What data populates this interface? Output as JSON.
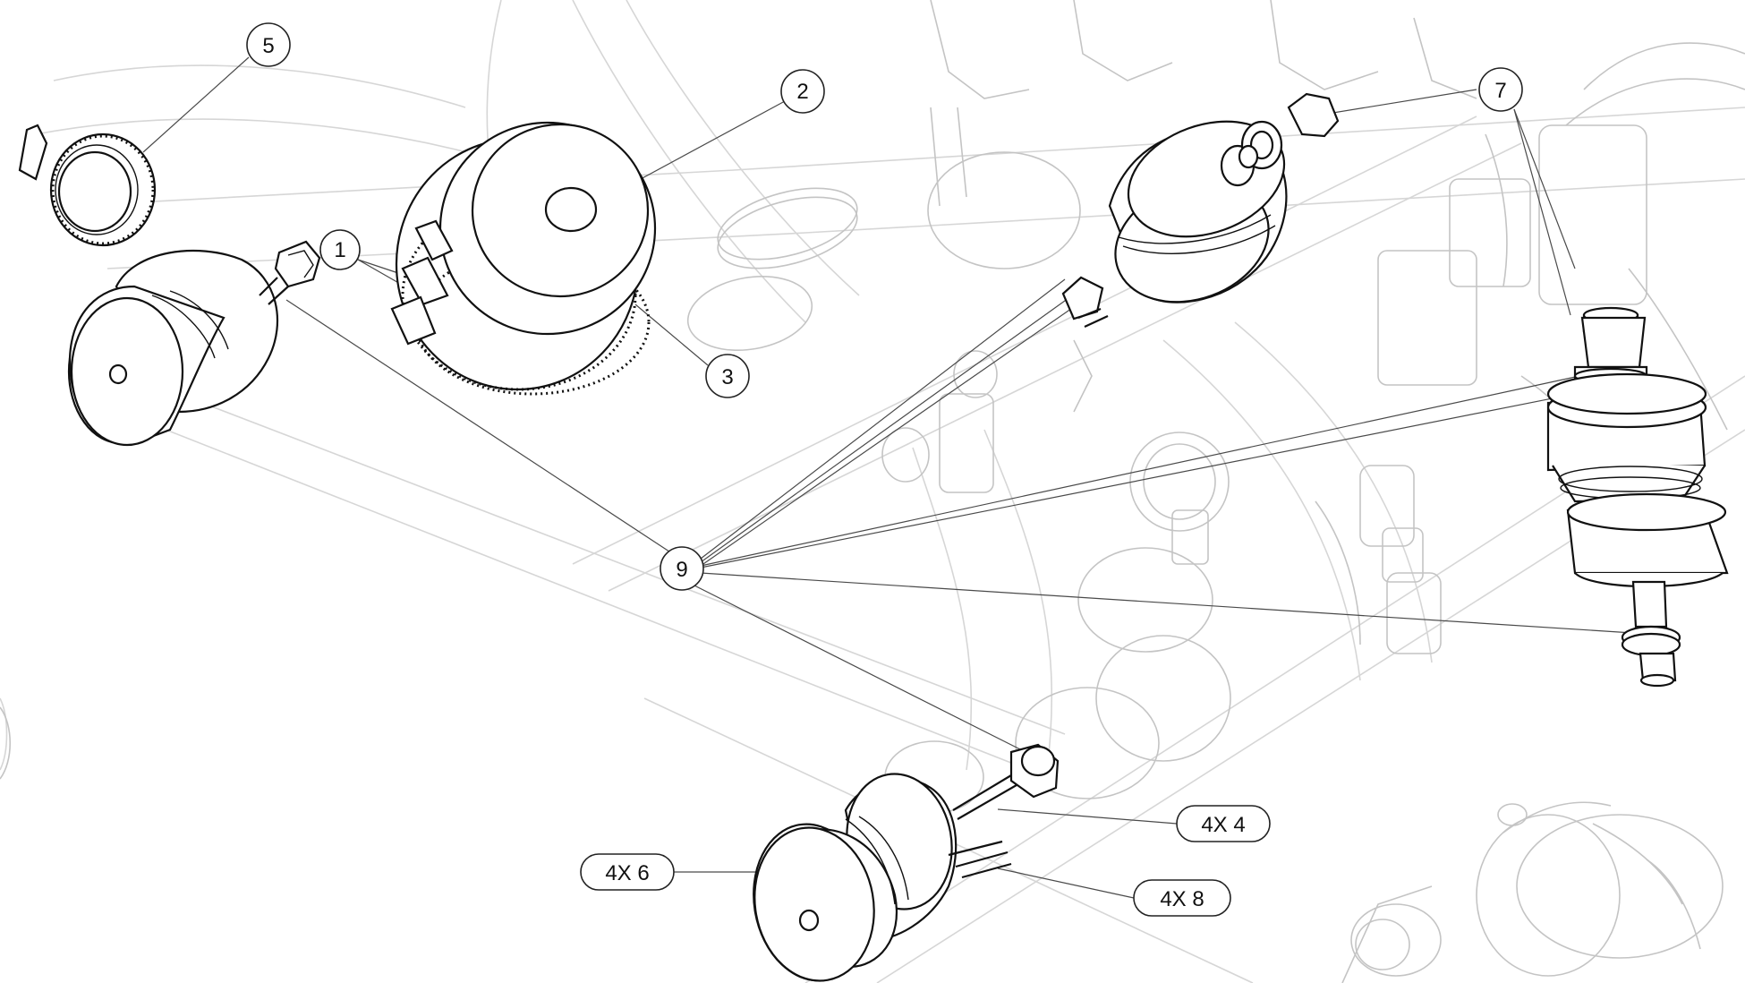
{
  "callouts": {
    "c1": "1",
    "c2": "2",
    "c3": "3",
    "c5": "5",
    "c7": "7",
    "c9": "9",
    "qty4": "4X 4",
    "qty6": "4X 6",
    "qty8": "4X 8"
  }
}
